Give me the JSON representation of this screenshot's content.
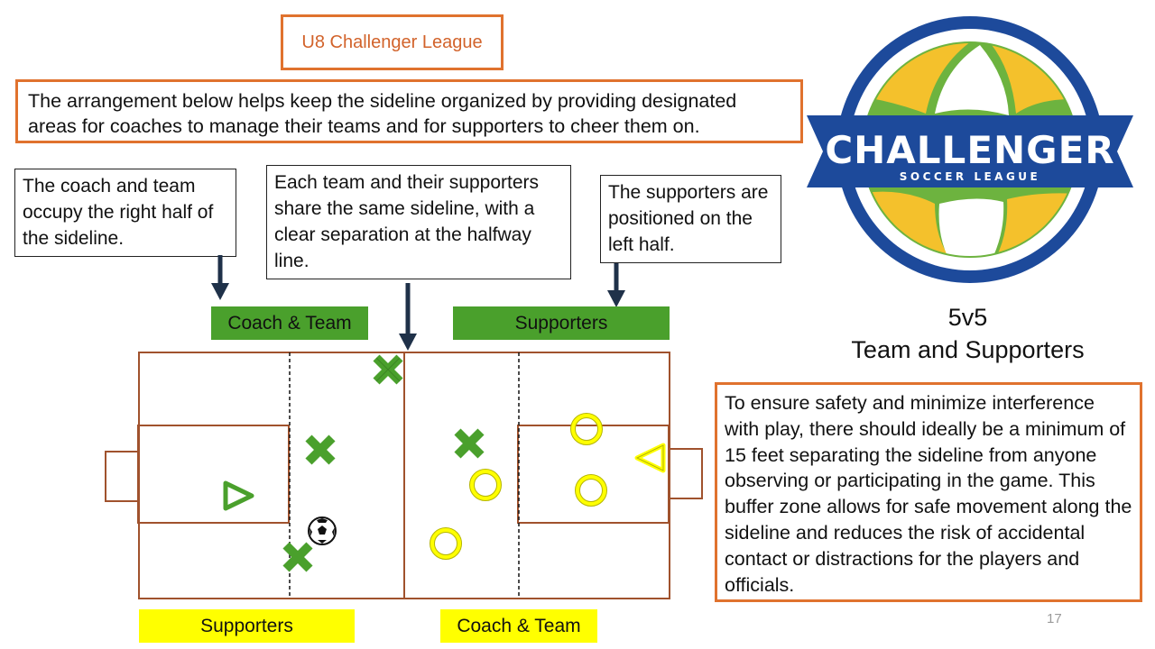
{
  "title": "U8 Challenger  League",
  "intro": "The arrangement below helps keep the sideline organized by providing designated areas for coaches to manage their teams and for supporters to cheer them on.",
  "callouts": {
    "coach_team": "The coach and team occupy the right half of the sideline.",
    "separation": "Each team and their supporters share the same sideline, with a clear separation at the halfway line.",
    "supporters": "The supporters are positioned on the left half."
  },
  "labels": {
    "coach_team_top": "Coach & Team",
    "supporters_top": "Supporters",
    "supporters_bottom": "Supporters",
    "coach_team_bottom": "Coach & Team"
  },
  "logo": {
    "name": "CHALLENGER",
    "sub": "SOCCER LEAGUE"
  },
  "format": {
    "line1": "5v5",
    "line2": "Team and Supporters"
  },
  "safety_note": "To ensure safety and minimize interference with play, there should ideally be a minimum of 15 feet separating the sideline from anyone observing or participating in the game. This buffer zone allows for safe movement along the sideline and reduces the risk of accidental contact or distractions for the players and officials.",
  "page_number": "17",
  "colors": {
    "accent_orange": "#e0722e",
    "field_line": "#a0522d",
    "green_team": "#4aa02c",
    "yellow_team": "#ffff00",
    "arrow": "#1f3149",
    "logo_blue": "#1d4a9b"
  },
  "icons": {
    "green_players": "x-marker",
    "yellow_players": "circle-marker",
    "goalkeepers": "triangle-marker",
    "ball": "soccer-ball-icon"
  }
}
